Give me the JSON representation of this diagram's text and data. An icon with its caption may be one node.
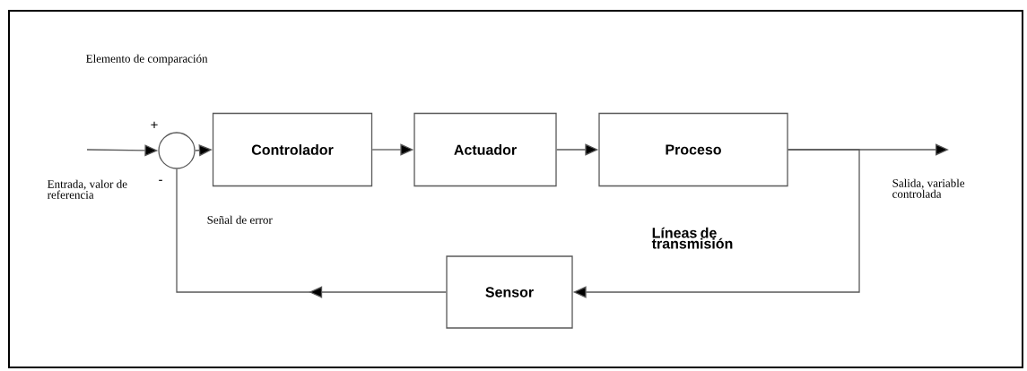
{
  "diagram": {
    "nodes": [
      {
        "text": [],
        "shape": "circle"
      },
      {
        "text": [
          "Controlador"
        ]
      },
      {
        "text": [
          "Actuador"
        ]
      },
      {
        "text": [
          "Proceso"
        ]
      },
      {
        "text": [
          "Sensor"
        ]
      }
    ],
    "edges": [
      {
        "from": null,
        "to": 0,
        "arrow": "to"
      },
      {
        "from": 0,
        "to": 1,
        "arrow": "to"
      },
      {
        "from": 1,
        "to": 2,
        "arrow": "to"
      },
      {
        "from": 2,
        "to": 3,
        "arrow": "to"
      },
      {
        "from": 3,
        "to": null,
        "arrow": "to",
        "label": "Salida, variable controlada"
      },
      {
        "from": 3,
        "to": 4,
        "arrow": "to",
        "label": "Líneas de transmisión"
      },
      {
        "from": 4,
        "to": 0,
        "arrow": "to"
      }
    ],
    "labels": [
      "Elemento de comparación",
      "+",
      "-",
      "Entrada, valor de referencia",
      "Señal de error"
    ]
  }
}
